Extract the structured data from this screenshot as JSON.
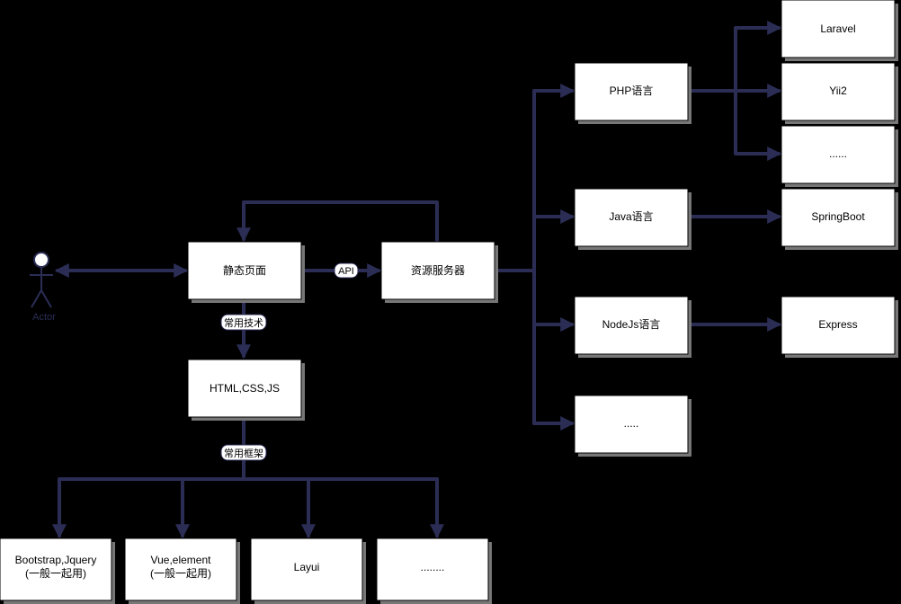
{
  "actor": {
    "label": "Actor"
  },
  "nodes": {
    "static_page": "静态页面",
    "resource_server": "资源服务器",
    "html_css_js": "HTML,CSS,JS",
    "php": "PHP语言",
    "java": "Java语言",
    "nodejs": "NodeJs语言",
    "lang_more": ".....",
    "laravel": "Laravel",
    "yii2": "Yii2",
    "php_more": "......",
    "springboot": "SpringBoot",
    "express": "Express",
    "bootstrap": [
      "Bootstrap,Jquery",
      "(一般一起用)"
    ],
    "vue": [
      "Vue,element",
      "(一般一起用)"
    ],
    "layui": "Layui",
    "fw_more": "........"
  },
  "edge_labels": {
    "api": "API",
    "common_tech": "常用技术",
    "common_frameworks": "常用框架"
  },
  "colors": {
    "background": "#000000",
    "edge": "#2b2d55",
    "box_fill": "#ffffff"
  }
}
